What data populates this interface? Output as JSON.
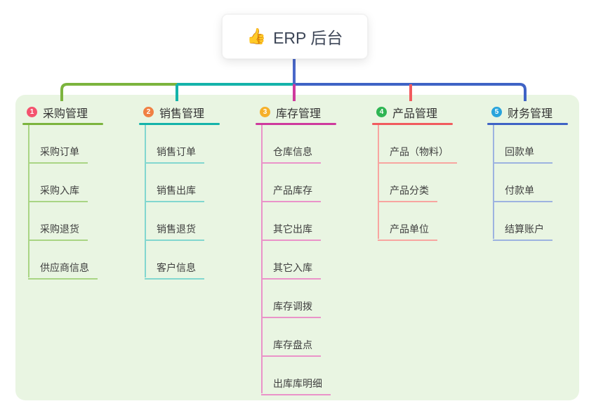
{
  "root": {
    "icon": "👍",
    "label": "ERP 后台"
  },
  "branches": [
    {
      "number": "1",
      "label": "采购管理",
      "badge_color": "#f4536e",
      "line_color": "#7cb43e",
      "child_line_color": "#a9d584",
      "children": [
        "采购订单",
        "采购入库",
        "采购退货",
        "供应商信息"
      ]
    },
    {
      "number": "2",
      "label": "销售管理",
      "badge_color": "#f08043",
      "line_color": "#14b3aa",
      "child_line_color": "#82d7cf",
      "children": [
        "销售订单",
        "销售出库",
        "销售退货",
        "客户信息"
      ]
    },
    {
      "number": "3",
      "label": "库存管理",
      "badge_color": "#f6b02a",
      "line_color": "#ce3a9d",
      "child_line_color": "#ea93c9",
      "children": [
        "仓库信息",
        "产品库存",
        "其它出库",
        "其它入库",
        "库存调拨",
        "库存盘点",
        "出库库明细"
      ]
    },
    {
      "number": "4",
      "label": "产品管理",
      "badge_color": "#2eb553",
      "line_color": "#f15b5e",
      "child_line_color": "#f8a5a0",
      "children": [
        "产品（物料）",
        "产品分类",
        "产品单位"
      ]
    },
    {
      "number": "5",
      "label": "财务管理",
      "badge_color": "#29a4dc",
      "line_color": "#3f63c5",
      "child_line_color": "#9db3e0",
      "children": [
        "回款单",
        "付款单",
        "结算账户"
      ]
    }
  ],
  "colors": {
    "canvas_bg": "#e9f5e2",
    "root_connector": "#4a68c9",
    "text": "#3f3f3f",
    "root_text": "#3d4657"
  }
}
